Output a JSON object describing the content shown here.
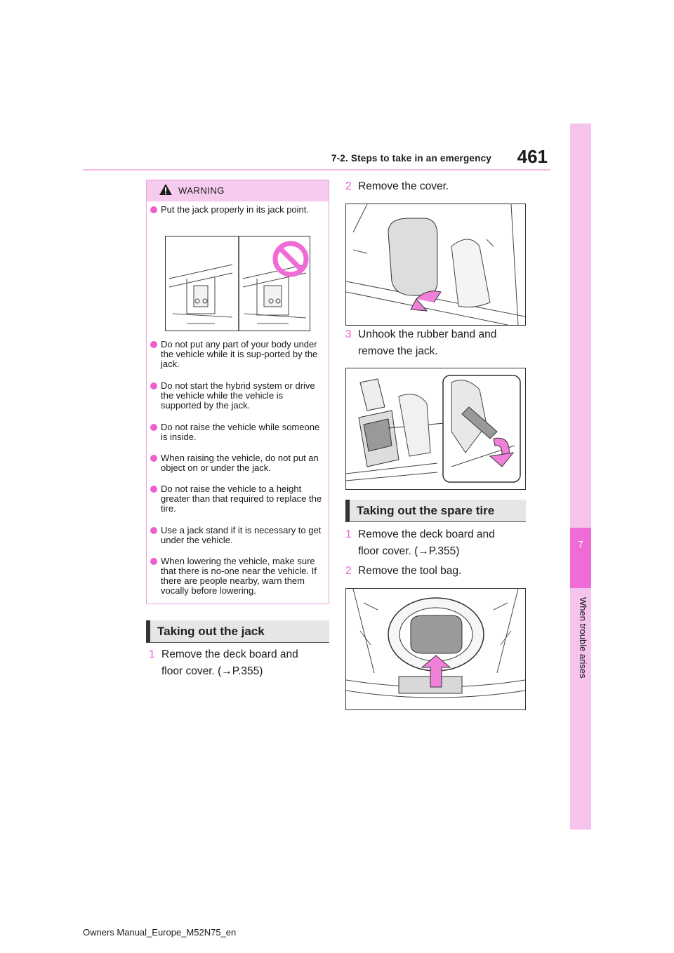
{
  "header": {
    "section_title": "7-2. Steps to take in an emergency",
    "page_number": "461"
  },
  "side_tab": {
    "chapter_number": "7",
    "chapter_title": "When trouble arises"
  },
  "warning": {
    "title": "WARNING",
    "items": [
      "Put the jack properly in its jack point.",
      "Do not put any part of your body under the vehicle while it is sup-ported by the jack.",
      "Do not start the hybrid system or drive the vehicle while the vehicle is supported by the jack.",
      "Do not raise the vehicle while someone is inside.",
      "When raising the vehicle, do not put an object on or under the jack.",
      "Do not raise the vehicle to a height greater than that required to replace the tire.",
      "Use a jack stand if it is necessary to get under the vehicle.",
      "When lowering the vehicle, make sure that there is no-one near the vehicle. If there are people nearby, warn them vocally before lowering."
    ]
  },
  "taking_out_jack": {
    "heading": "Taking out the jack",
    "steps": [
      {
        "num": "1",
        "line1": "Remove the deck board and",
        "line2": "floor cover. (→P.355)"
      },
      {
        "num": "2",
        "line1": "Remove the cover."
      },
      {
        "num": "3",
        "line1": "Unhook the rubber band and",
        "line2": "remove the jack."
      }
    ]
  },
  "taking_out_spare": {
    "heading": "Taking out the spare tire",
    "steps": [
      {
        "num": "1",
        "line1": "Remove the deck board and",
        "line2": "floor cover. (→P.355)"
      },
      {
        "num": "2",
        "line1": "Remove the tool bag."
      }
    ]
  },
  "colors": {
    "accent": "#ec5fcf",
    "tab_light": "#f5c3ec",
    "tab_dark": "#ef6bd5",
    "warning_header": "#f7cbee"
  },
  "footer": {
    "text": "Owners Manual_Europe_M52N75_en"
  }
}
